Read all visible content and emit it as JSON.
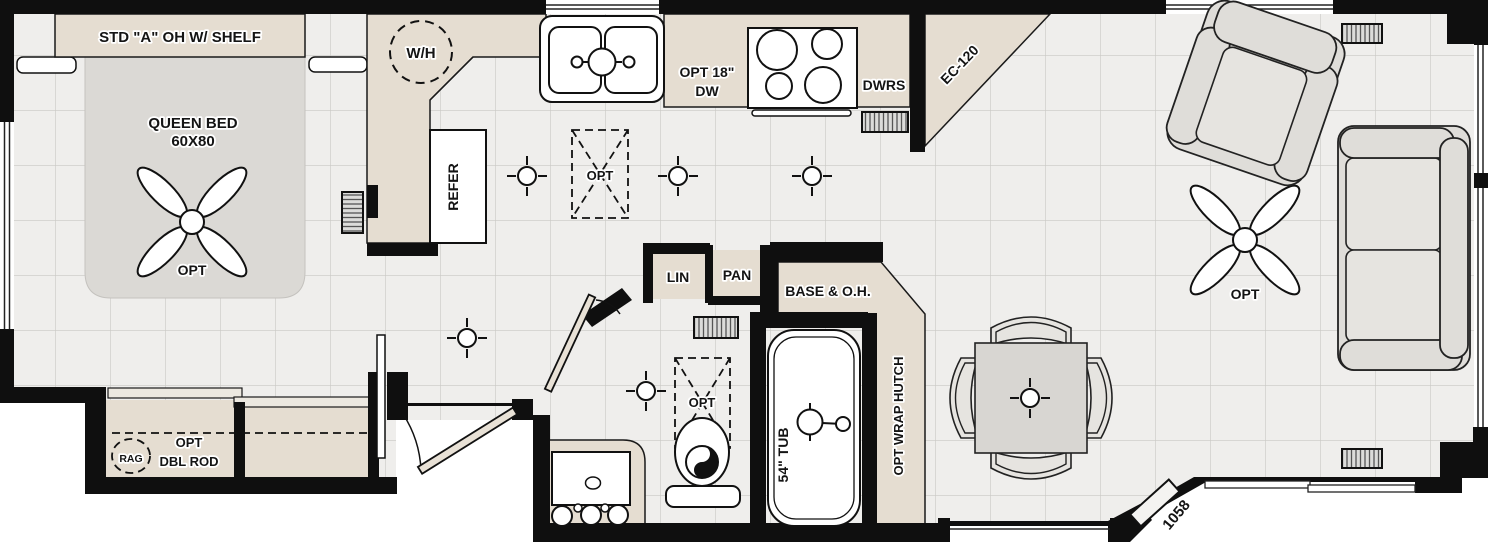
{
  "title": "Park model floor plan 1058",
  "colors": {
    "wall": "#0f0f0f",
    "cabinet": "#e5ddd1",
    "floor": "#efeeec",
    "floor_grid": "#c9c8c4",
    "furniture": "#dfddd9",
    "fixture_white": "#ffffff"
  },
  "bedroom": {
    "overhead_cabinet": "STD \"A\" OH W/ SHELF",
    "bed_name": "QUEEN BED",
    "bed_size": "60X80",
    "fan_opt": "OPT"
  },
  "utility": {
    "water_heater": "W/H"
  },
  "kitchen": {
    "refrigerator": "REFER",
    "dishwasher_line1": "OPT 18\"",
    "dishwasher_line2": "DW",
    "drawers": "DWRS",
    "skylight_opt": "OPT",
    "entertainment_center": "EC-120"
  },
  "hall": {
    "linen": "LIN",
    "pantry": "PAN"
  },
  "dining": {
    "base_overhead": "BASE & O.H.",
    "wrap_hutch": "OPT WRAP HUTCH"
  },
  "bath": {
    "tub": "54\" TUB",
    "skylight_opt": "OPT"
  },
  "wardrobe": {
    "grille": "RAG",
    "rod_line1": "OPT",
    "rod_line2": "DBL ROD"
  },
  "living": {
    "fan_opt": "OPT"
  },
  "entry": {
    "door_model": "1058"
  }
}
